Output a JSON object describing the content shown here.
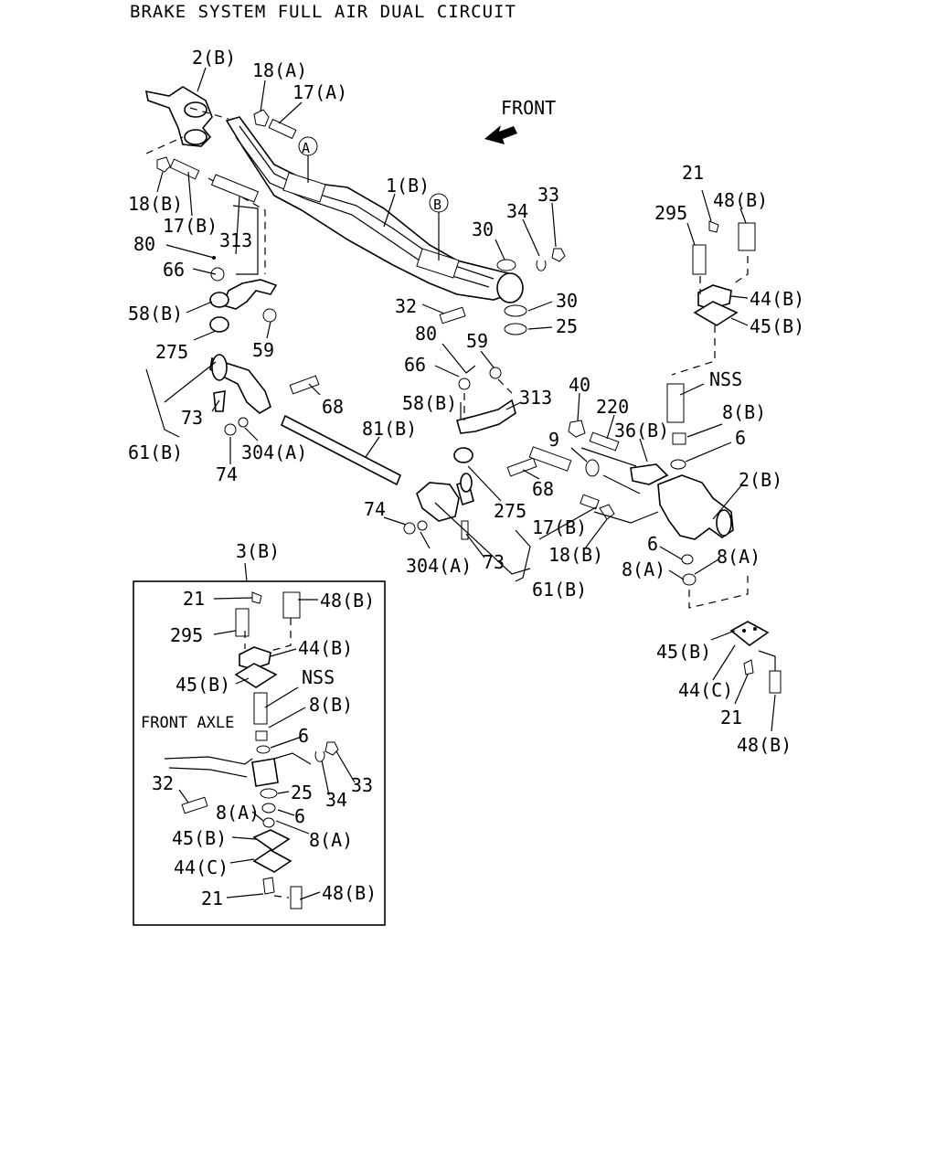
{
  "title": "BRAKE SYSTEM FULL AIR DUAL CIRCUIT",
  "front_arrow_label": "FRONT",
  "inset_label_front_axle": "FRONT AXLE",
  "callout_A": "A",
  "callout_B": "B",
  "labels": {
    "p2b_top": "2(B)",
    "p18a": "18(A)",
    "p17a": "17(A)",
    "p18b_left": "18(B)",
    "p17b_left": "17(B)",
    "p80_left": "80",
    "p313_left": "313",
    "p66_left": "66",
    "p58b_left": "58(B)",
    "p59_left": "59",
    "p275_left": "275",
    "p73_left": "73",
    "p61b_left": "61(B)",
    "p74_left": "74",
    "p304a_left": "304(A)",
    "p68_left": "68",
    "p81b": "81(B)",
    "p1b": "1(B)",
    "p30_top": "30",
    "p34_top": "34",
    "p33_top": "33",
    "p32_mid": "32",
    "p30_mid": "30",
    "p25_mid": "25",
    "p80_mid": "80",
    "p59_mid": "59",
    "p66_mid": "66",
    "p58b_mid": "58(B)",
    "p313_mid": "313",
    "p40": "40",
    "p220": "220",
    "p36b": "36(B)",
    "p9": "9",
    "p68_mid": "68",
    "p275_mid": "275",
    "p17b_mid": "17(B)",
    "p18b_mid": "18(B)",
    "p74_mid": "74",
    "p304a_mid": "304(A)",
    "p73_mid": "73",
    "p61b_mid": "61(B)",
    "p21_right": "21",
    "p48b_right": "48(B)",
    "p295_right": "295",
    "p44b_right": "44(B)",
    "p45b_right": "45(B)",
    "nss_right": "NSS",
    "p8b_right": "8(B)",
    "p6_right": "6",
    "p2b_right": "2(B)",
    "p6_right2": "6",
    "p8a_right": "8(A)",
    "p8a_right2": "8(A)",
    "p45b_right2": "45(B)",
    "p44c_right": "44(C)",
    "p21_right2": "21",
    "p48b_right2": "48(B)",
    "p3b": "3(B)",
    "p21_inset": "21",
    "p48b_inset": "48(B)",
    "p295_inset": "295",
    "p44b_inset": "44(B)",
    "p45b_inset": "45(B)",
    "nss_inset": "NSS",
    "p8b_inset": "8(B)",
    "p6_inset": "6",
    "p32_inset": "32",
    "p25_inset": "25",
    "p34_inset": "34",
    "p33_inset": "33",
    "p8a_inset": "8(A)",
    "p6_inset2": "6",
    "p8a_inset2": "8(A)",
    "p45b_inset2": "45(B)",
    "p44c_inset": "44(C)",
    "p21_inset2": "21",
    "p48b_inset2": "48(B)"
  }
}
